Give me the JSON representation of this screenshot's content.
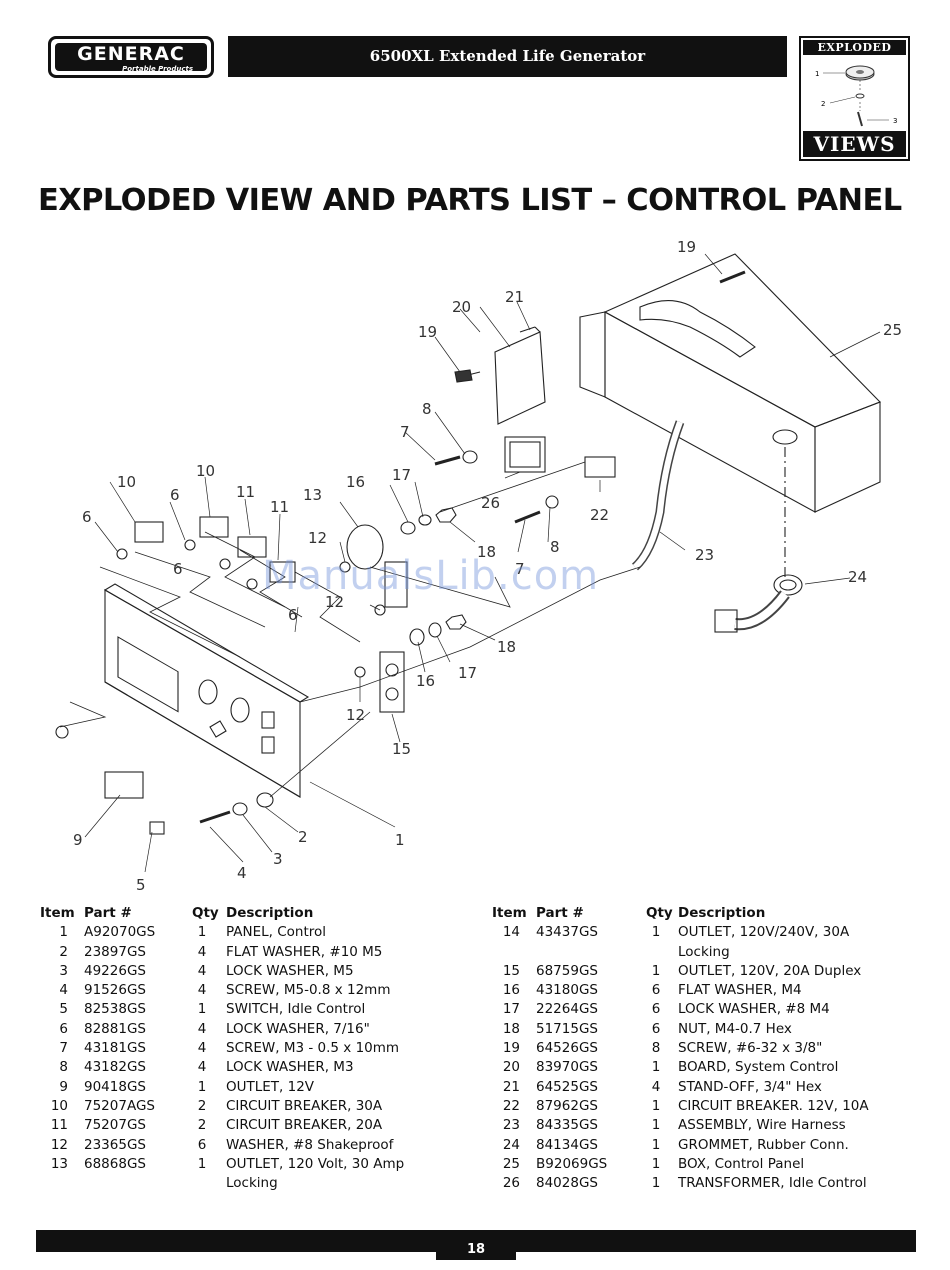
{
  "header": {
    "brand": "GENERAC",
    "brand_tagline": "Portable Products",
    "title": "6500XL Extended Life Generator",
    "badge_top": "EXPLODED",
    "badge_bottom": "VIEWS",
    "badge_callouts": [
      "1",
      "2",
      "3"
    ]
  },
  "page_title": "EXPLODED VIEW AND PARTS LIST – CONTROL PANEL",
  "watermark": "ManualsLib.com",
  "diagram_callouts": [
    "1",
    "2",
    "3",
    "4",
    "5",
    "6",
    "6",
    "6",
    "6",
    "7",
    "7",
    "8",
    "8",
    "9",
    "10",
    "10",
    "11",
    "11",
    "12",
    "12",
    "12",
    "13",
    "15",
    "16",
    "16",
    "17",
    "17",
    "18",
    "18",
    "19",
    "19",
    "20",
    "21",
    "22",
    "23",
    "24",
    "25",
    "26"
  ],
  "table": {
    "headers": {
      "item": "Item",
      "part": "Part #",
      "qty": "Qty",
      "desc": "Description"
    },
    "left_rows": [
      {
        "item": "1",
        "part": "A92070GS",
        "qty": "1",
        "desc": "PANEL, Control"
      },
      {
        "item": "2",
        "part": "23897GS",
        "qty": "4",
        "desc": "FLAT WASHER, #10 M5"
      },
      {
        "item": "3",
        "part": "49226GS",
        "qty": "4",
        "desc": "LOCK WASHER, M5"
      },
      {
        "item": "4",
        "part": "91526GS",
        "qty": "4",
        "desc": "SCREW, M5-0.8 x 12mm"
      },
      {
        "item": "5",
        "part": "82538GS",
        "qty": "1",
        "desc": "SWITCH, Idle Control"
      },
      {
        "item": "6",
        "part": "82881GS",
        "qty": "4",
        "desc": "LOCK WASHER, 7/16\""
      },
      {
        "item": "7",
        "part": "43181GS",
        "qty": "4",
        "desc": "SCREW, M3 - 0.5 x 10mm"
      },
      {
        "item": "8",
        "part": "43182GS",
        "qty": "4",
        "desc": "LOCK WASHER, M3"
      },
      {
        "item": "9",
        "part": "90418GS",
        "qty": "1",
        "desc": "OUTLET, 12V"
      },
      {
        "item": "10",
        "part": "75207AGS",
        "qty": "2",
        "desc": "CIRCUIT BREAKER, 30A"
      },
      {
        "item": "11",
        "part": "75207GS",
        "qty": "2",
        "desc": "CIRCUIT BREAKER, 20A"
      },
      {
        "item": "12",
        "part": "23365GS",
        "qty": "6",
        "desc": "WASHER, #8 Shakeproof"
      },
      {
        "item": "13",
        "part": "68868GS",
        "qty": "1",
        "desc": "OUTLET, 120 Volt, 30 Amp"
      },
      {
        "item": "",
        "part": "",
        "qty": "",
        "desc": "Locking"
      }
    ],
    "right_rows": [
      {
        "item": "14",
        "part": "43437GS",
        "qty": "1",
        "desc": "OUTLET, 120V/240V, 30A"
      },
      {
        "item": "",
        "part": "",
        "qty": "",
        "desc": "Locking"
      },
      {
        "item": "15",
        "part": "68759GS",
        "qty": "1",
        "desc": "OUTLET, 120V, 20A Duplex"
      },
      {
        "item": "16",
        "part": "43180GS",
        "qty": "6",
        "desc": "FLAT WASHER, M4"
      },
      {
        "item": "17",
        "part": "22264GS",
        "qty": "6",
        "desc": "LOCK WASHER, #8 M4"
      },
      {
        "item": "18",
        "part": "51715GS",
        "qty": "6",
        "desc": "NUT, M4-0.7 Hex"
      },
      {
        "item": "19",
        "part": "64526GS",
        "qty": "8",
        "desc": "SCREW, #6-32 x 3/8\""
      },
      {
        "item": "20",
        "part": "83970GS",
        "qty": "1",
        "desc": "BOARD, System Control"
      },
      {
        "item": "21",
        "part": "64525GS",
        "qty": "4",
        "desc": "STAND-OFF, 3/4\" Hex"
      },
      {
        "item": "22",
        "part": "87962GS",
        "qty": "1",
        "desc": "CIRCUIT BREAKER. 12V, 10A"
      },
      {
        "item": "23",
        "part": "84335GS",
        "qty": "1",
        "desc": "ASSEMBLY, Wire Harness"
      },
      {
        "item": "24",
        "part": "84134GS",
        "qty": "1",
        "desc": "GROMMET, Rubber Conn."
      },
      {
        "item": "25",
        "part": "B92069GS",
        "qty": "1",
        "desc": "BOX, Control Panel"
      },
      {
        "item": "26",
        "part": "84028GS",
        "qty": "1",
        "desc": "TRANSFORMER, Idle Control"
      }
    ]
  },
  "footer": {
    "page_number": "18"
  }
}
